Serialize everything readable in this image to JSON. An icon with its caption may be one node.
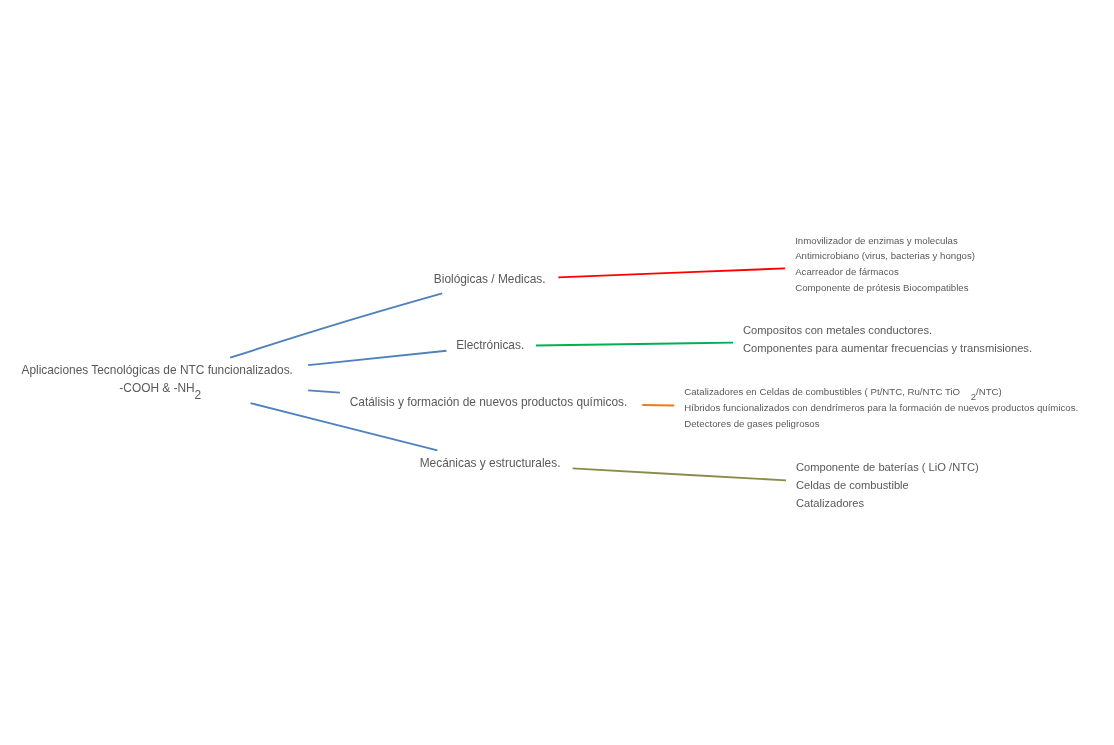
{
  "diagram": {
    "nodes": [
      {
        "text": [
          "Aplicaciones Tecnológicas de NTC funcionalizados.",
          "-COOH & -NH$_{2}$"
        ]
      },
      {
        "text": [
          "Biológicas / Medicas."
        ]
      },
      {
        "text": [
          "Inmovilizador de enzimas y moleculas",
          "Antimicrobiano (virus, bacterias y hongos)",
          "Acarreador de fármacos",
          "Componente de prótesis Biocompatibles"
        ]
      },
      {
        "text": [
          "Electrónicas."
        ]
      },
      {
        "text": [
          "Compositos con metales conductores.",
          "Componentes para aumentar frecuencias y transmisiones."
        ]
      },
      {
        "text": [
          "Catálisis y formación de nuevos productos químicos."
        ]
      },
      {
        "text": [
          "Catalizadores en Celdas de combustibles ( Pt/NTC, Ru/NTC TiO$_{2}$/NTC)",
          "Híbridos funcionalizados con dendrímeros para la formación de nuevos productos químicos.",
          "Detectores de gases peligrosos"
        ]
      },
      {
        "text": [
          "Mecánicas y estructurales."
        ]
      },
      {
        "text": [
          "Componente de baterías ( LiO /NTC)",
          "Celdas de combustible",
          "Catalizadores"
        ]
      }
    ],
    "edges": [
      {
        "from": 0,
        "to": 1,
        "arrow": "none",
        "color": "#4f81bd"
      },
      {
        "from": 0,
        "to": 3,
        "arrow": "none",
        "color": "#4f81bd"
      },
      {
        "from": 0,
        "to": 5,
        "arrow": "none",
        "color": "#4f81bd"
      },
      {
        "from": 0,
        "to": 7,
        "arrow": "none",
        "color": "#4f81bd"
      },
      {
        "from": 1,
        "to": 2,
        "arrow": "none",
        "color": "#ff0000"
      },
      {
        "from": 3,
        "to": 4,
        "arrow": "none",
        "color": "#00b050"
      },
      {
        "from": 5,
        "to": 6,
        "arrow": "none",
        "color": "#f07a1a"
      },
      {
        "from": 7,
        "to": 8,
        "arrow": "none",
        "color": "#8b8b4b"
      }
    ]
  }
}
